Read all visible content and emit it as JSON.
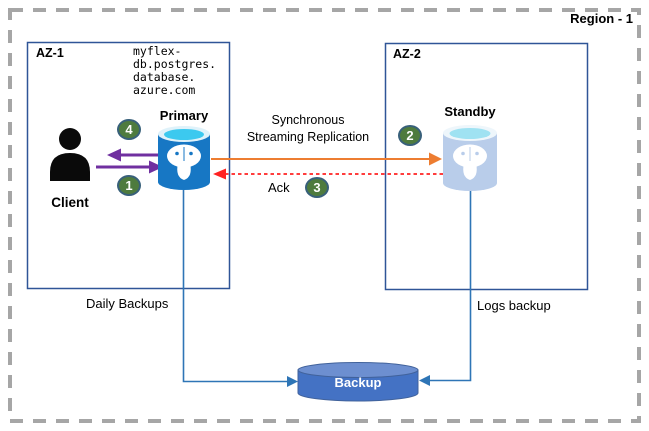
{
  "diagram": {
    "region": {
      "label": "Region - 1"
    },
    "zones": {
      "az1": {
        "label": "AZ-1"
      },
      "az2": {
        "label": "AZ-2"
      }
    },
    "client": {
      "label": "Client"
    },
    "primary": {
      "label": "Primary",
      "fqdn_lines": [
        "myflex-",
        "db.postgres.",
        "database.",
        "azure.com"
      ]
    },
    "standby": {
      "label": "Standby"
    },
    "backup": {
      "label": "Backup"
    },
    "flows": {
      "replication_line1": "Synchronous",
      "replication_line2": "Streaming Replication",
      "ack": "Ack",
      "daily_backups": "Daily Backups",
      "logs_backup": "Logs backup"
    },
    "steps": {
      "s1": "1",
      "s2": "2",
      "s3": "3",
      "s4": "4"
    },
    "colors": {
      "region_border": "#a6a6a6",
      "zone_border": "#2f5597",
      "client_purple": "#7030a0",
      "replication_orange": "#ed7d31",
      "ack_red": "#ff2222",
      "step_green": "#4e7b3e",
      "step_border": "#38607a",
      "primary_blue": "#1777c4",
      "standby_blue": "#b9cdea",
      "cyan_top": "#3cc9ef",
      "backup_blue": "#4472c4",
      "connector_blue": "#2e75b6"
    }
  }
}
